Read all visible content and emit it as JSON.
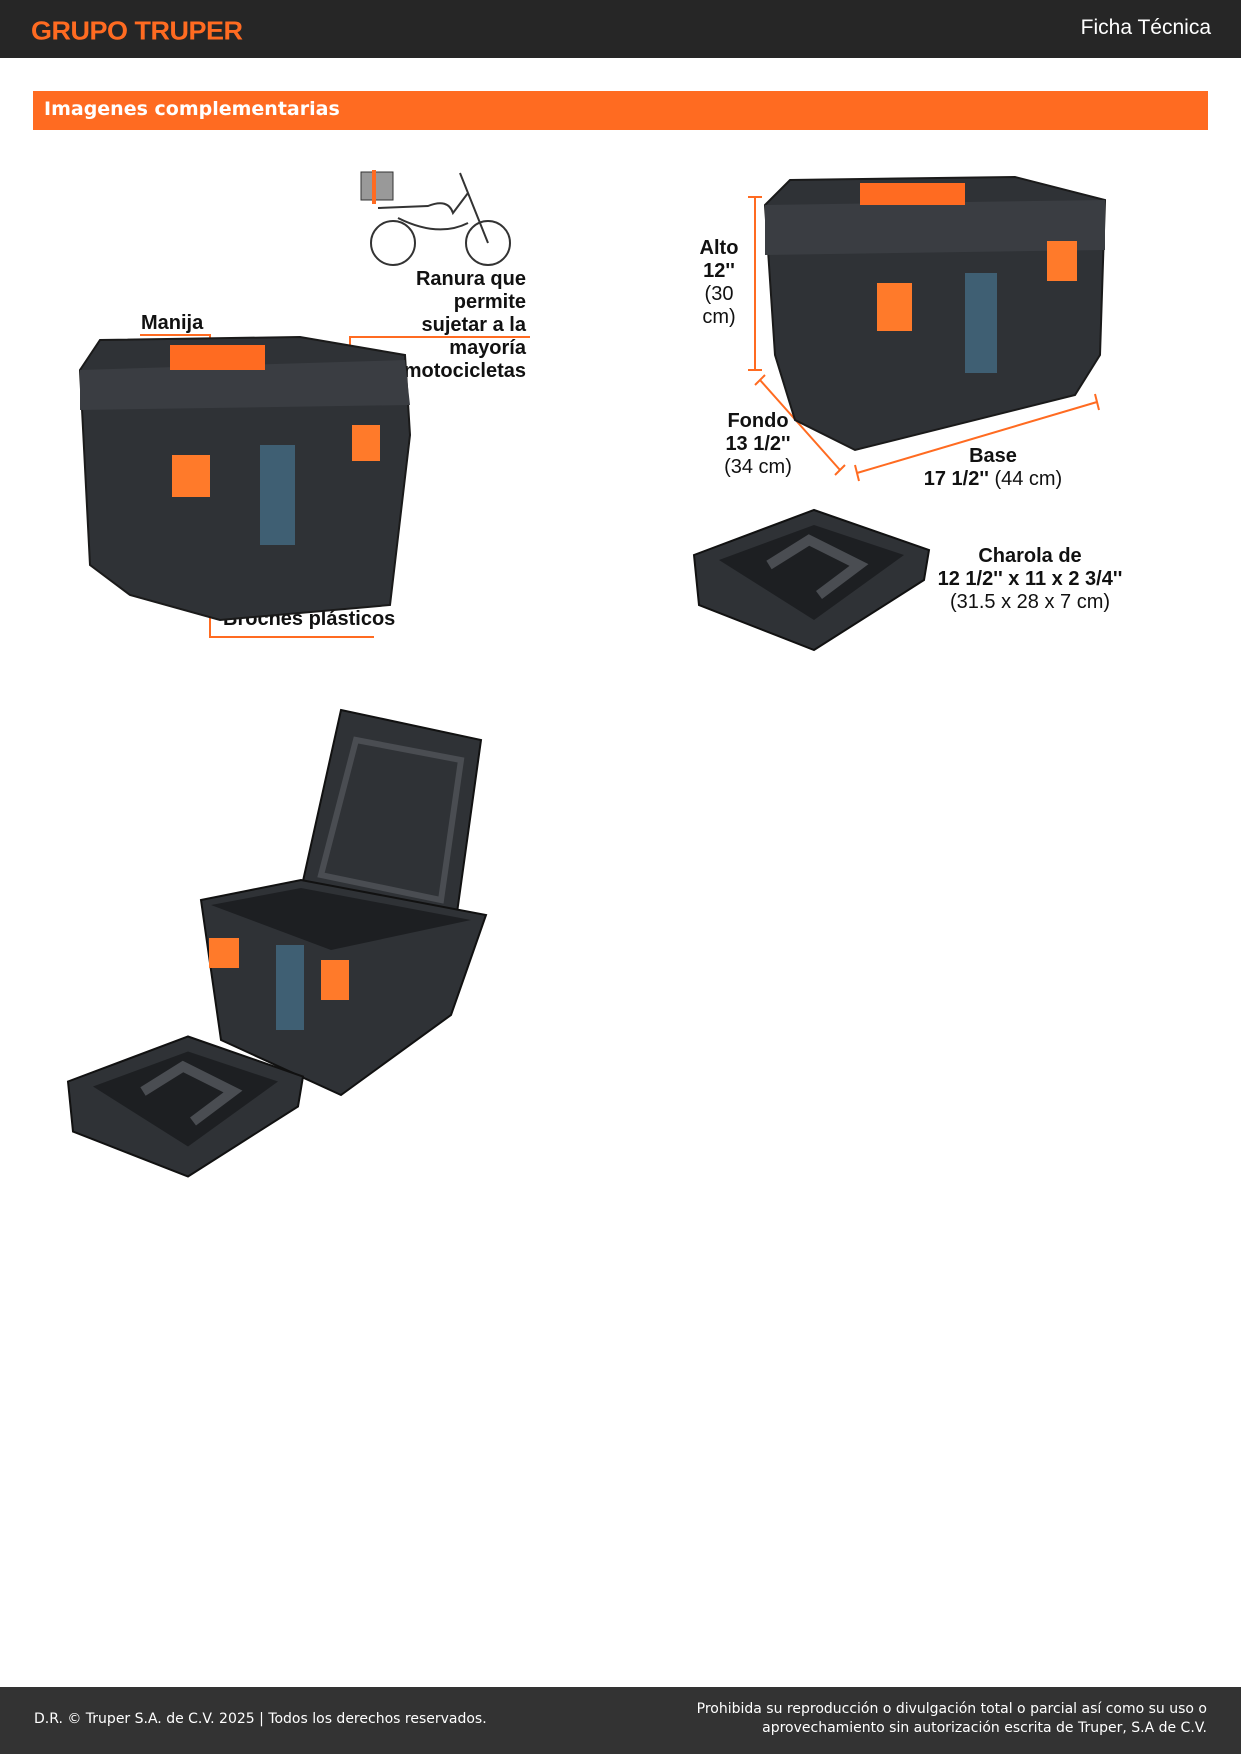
{
  "header": {
    "logo": "GRUPO TRUPER",
    "doc_type": "Ficha Técnica"
  },
  "section": {
    "title": "Imagenes complementarias"
  },
  "figure1": {
    "handle_label": "Manija",
    "slot_label": [
      "Ranura que permite",
      "sujetar a la mayoría",
      "de motocicletas"
    ],
    "clips_label": "Broches plásticos"
  },
  "figure2": {
    "height_label": [
      "Alto",
      "12''",
      "(30 cm)"
    ],
    "depth_label": [
      "Fondo",
      "13 1/2''",
      "(34 cm)"
    ],
    "base_label": [
      "Base",
      "17 1/2''",
      "(44 cm)"
    ]
  },
  "tray": {
    "label": [
      "Charola de",
      "12 1/2'' x 11 x 2 3/4''",
      "(31.5 x 28 x 7 cm)"
    ]
  },
  "footer": {
    "copyright": "D.R. © Truper S.A. de C.V. 2025 | Todos los derechos reservados.",
    "notice_line1": "Prohibida su reproducción o divulgación total o parcial así como su uso o",
    "notice_line2": "aprovechamiento sin autorización escrita de Truper, S.A de C.V."
  },
  "colors": {
    "brand_orange": "#ff6b21",
    "header_bg": "#262626",
    "footer_bg": "#333333"
  }
}
